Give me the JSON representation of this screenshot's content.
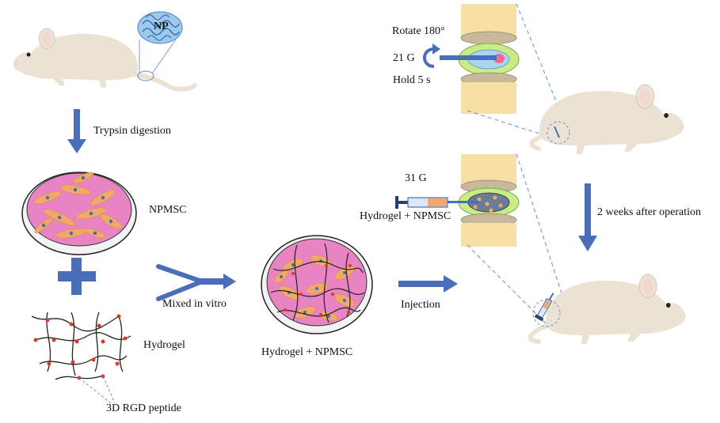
{
  "labels": {
    "np": "NP",
    "trypsin": "Trypsin digestion",
    "npmsc": "NPMSC",
    "hydrogel": "Hydrogel",
    "rgd": "3D RGD peptide",
    "mixed": "Mixed in vitro",
    "hydrogel_npmsc_dish": "Hydrogel + NPMSC",
    "injection": "Injection",
    "rotate": "Rotate 180°",
    "needle_21g": "21 G",
    "hold": "Hold 5 s",
    "needle_31g": "31 G",
    "hydrogel_npmsc_syringe": "Hydrogel + NPMSC",
    "two_weeks": "2 weeks after operation"
  },
  "colors": {
    "arrow": "#4a6fb8",
    "mouse": "#ece2d4",
    "dish_fill": "#e884c4",
    "cell": "#f2a86a",
    "nucleus": "#3a6fb0",
    "disc_green": "#c9ec84",
    "disc_blue": "#a8d6ee",
    "vertebra": "#f7dfa6",
    "endplate": "#c7b99a",
    "np_blue": "#7ab6e0",
    "dash": "#5f8fd0",
    "rgd_dot": "#d93a2a"
  }
}
